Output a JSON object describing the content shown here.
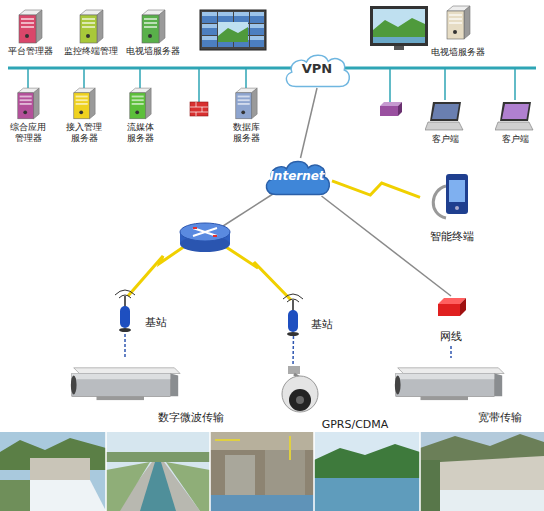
{
  "diagram": {
    "nodes": [
      {
        "text": [
          "平台管理器"
        ]
      },
      {
        "text": [
          "监控终端管理"
        ]
      },
      {
        "text": [
          "电视墙服务器"
        ]
      },
      {
        "text": [
          "VPN"
        ]
      },
      {
        "text": [
          "电视墙服务器"
        ]
      },
      {
        "text": [
          "综合应用管理器"
        ]
      },
      {
        "text": [
          "接入管理服务器"
        ]
      },
      {
        "text": [
          "流媒体服务器"
        ]
      },
      {
        "text": [
          "数据库服务器"
        ]
      },
      {
        "text": [
          "客户端"
        ]
      },
      {
        "text": [
          "客户端"
        ]
      },
      {
        "text": [
          "Internet"
        ]
      },
      {
        "text": [
          "智能终端"
        ]
      },
      {
        "text": [
          "基站"
        ]
      },
      {
        "text": [
          "基站"
        ]
      },
      {
        "text": [
          "网线"
        ]
      },
      {
        "text": [
          "数字微波传输"
        ]
      },
      {
        "text": [
          "GPRS/CDMA"
        ]
      },
      {
        "text": [
          "宽带传输"
        ]
      }
    ],
    "edges": [
      {
        "from": 3,
        "to": 11,
        "arrow": "none"
      },
      {
        "from": 11,
        "to": 12,
        "arrow": "none"
      },
      {
        "from": 11,
        "to": 15,
        "arrow": "none"
      },
      {
        "from": 13,
        "to": 16,
        "arrow": "none"
      },
      {
        "from": 14,
        "to": 17,
        "arrow": "none"
      },
      {
        "from": 15,
        "to": 18,
        "arrow": "none"
      }
    ]
  }
}
